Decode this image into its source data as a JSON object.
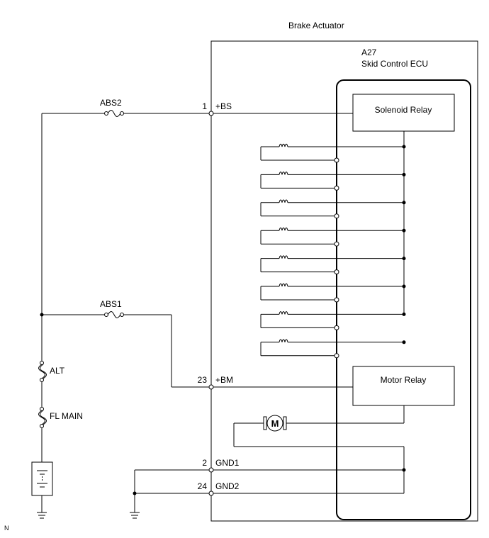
{
  "actuator": {
    "title": "Brake Actuator"
  },
  "ecu": {
    "code": "A27",
    "name": "Skid Control ECU"
  },
  "relays": {
    "solenoid": "Solenoid Relay",
    "motor": "Motor Relay"
  },
  "fuses": {
    "abs2": "ABS2",
    "abs1": "ABS1",
    "alt": "ALT",
    "fl_main": "FL MAIN"
  },
  "pins": [
    {
      "num": "1",
      "name": "+BS"
    },
    {
      "num": "23",
      "name": "+BM"
    },
    {
      "num": "2",
      "name": "GND1"
    },
    {
      "num": "24",
      "name": "GND2"
    }
  ],
  "motor_symbol": "M",
  "solenoid_count": 8,
  "corner_mark": "N"
}
